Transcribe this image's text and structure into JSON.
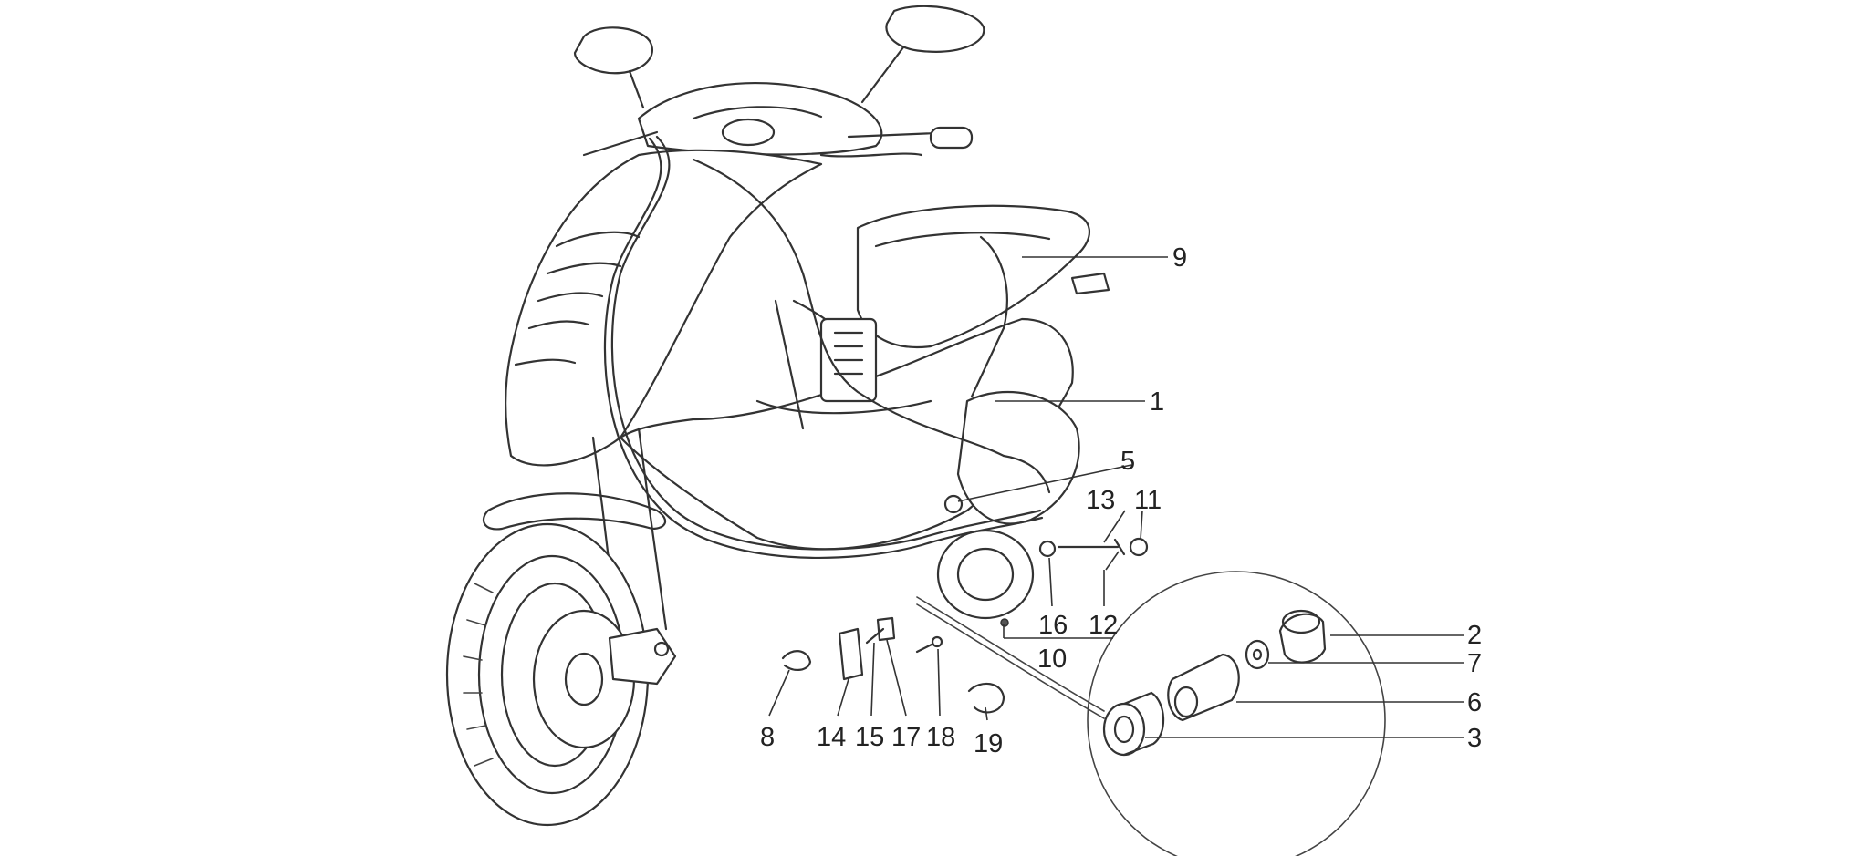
{
  "labels": {
    "p1": "1",
    "p2": "2",
    "p3": "3",
    "p5": "5",
    "p6": "6",
    "p7": "7",
    "p8": "8",
    "p9": "9",
    "p10": "10",
    "p11": "11",
    "p12": "12",
    "p13": "13",
    "p14": "14",
    "p15": "15",
    "p16": "16",
    "p17": "17",
    "p18": "18",
    "p19": "19"
  }
}
